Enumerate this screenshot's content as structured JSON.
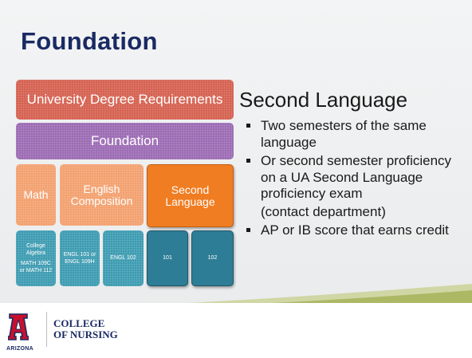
{
  "title": "Foundation",
  "diagram": {
    "top_block": "University Degree Requirements",
    "foundation_block": "Foundation",
    "categories": [
      "Math",
      "English Composition",
      "Second Language"
    ],
    "math_course": [
      "College Algebra",
      "MATH 109C or MATH 112"
    ],
    "english_courses": [
      "ENGL 101 or ENGL 109H",
      "ENGL 102"
    ],
    "language_courses": [
      "101",
      "102"
    ]
  },
  "content": {
    "heading": "Second Language",
    "bullet_1": "Two semesters of the same language",
    "bullet_2": "Or second semester proficiency on a UA Second Language proficiency exam",
    "bullet_2_cont": "(contact department)",
    "bullet_3": "AP or IB score that earns credit"
  },
  "footer": {
    "logo_text": "ARIZONA",
    "college_line1": "COLLEGE",
    "college_line2": "OF NURSING"
  },
  "colors": {
    "title": "#1a2a63",
    "red_block": "#d5604f",
    "purple_block": "#9b6ab3",
    "peach_block": "#f3a06e",
    "orange_block": "#f07d22",
    "teal_block": "#3c9bb1",
    "dark_teal_block": "#2e7d96",
    "footer_wave": "#b9c468"
  }
}
